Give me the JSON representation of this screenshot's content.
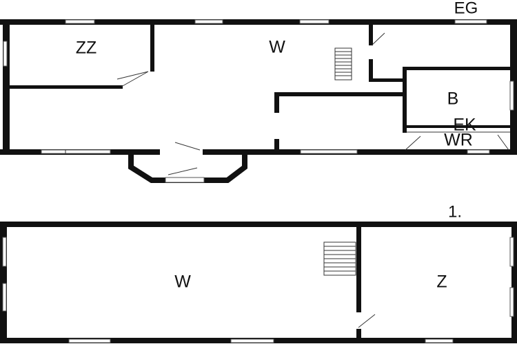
{
  "ground_floor": {
    "label": "EG",
    "rooms": {
      "zz": "ZZ",
      "w": "W",
      "b": "B",
      "ek": "EK",
      "wr": "WR"
    }
  },
  "first_floor": {
    "label": "1.",
    "rooms": {
      "w": "W",
      "z": "Z"
    }
  }
}
